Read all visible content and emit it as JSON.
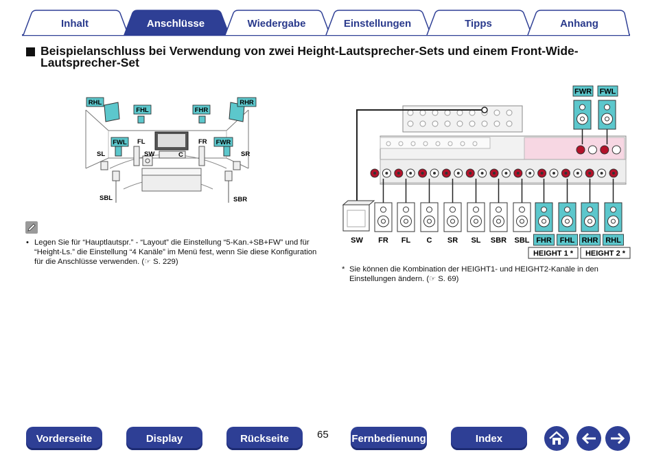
{
  "tabs": [
    {
      "label": "Inhalt",
      "active": false
    },
    {
      "label": "Anschlüsse",
      "active": true
    },
    {
      "label": "Wiedergabe",
      "active": false
    },
    {
      "label": "Einstellungen",
      "active": false
    },
    {
      "label": "Tipps",
      "active": false
    },
    {
      "label": "Anhang",
      "active": false
    }
  ],
  "heading": "Beispielanschluss bei Verwendung von zwei Height-Lautsprecher-Sets und einem Front-Wide-Lautsprecher-Set",
  "room_labels": {
    "rhl": "RHL",
    "rhr": "RHR",
    "fhl": "FHL",
    "fhr": "FHR",
    "fwl": "FWL",
    "fwr": "FWR",
    "fl": "FL",
    "fr": "FR",
    "sl": "SL",
    "sr": "SR",
    "sw": "SW",
    "c": "C",
    "sbl": "SBL",
    "sbr": "SBR"
  },
  "wiring": {
    "top_labels": [
      "FWR",
      "FWL"
    ],
    "speakers": [
      {
        "label": "SW",
        "highlight": false
      },
      {
        "label": "FR",
        "highlight": false
      },
      {
        "label": "FL",
        "highlight": false
      },
      {
        "label": "C",
        "highlight": false
      },
      {
        "label": "SR",
        "highlight": false
      },
      {
        "label": "SL",
        "highlight": false
      },
      {
        "label": "SBR",
        "highlight": false
      },
      {
        "label": "SBL",
        "highlight": false
      },
      {
        "label": "FHR",
        "highlight": true
      },
      {
        "label": "FHL",
        "highlight": true
      },
      {
        "label": "RHR",
        "highlight": true
      },
      {
        "label": "RHL",
        "highlight": true
      }
    ],
    "groups": [
      "HEIGHT 1",
      "HEIGHT 2"
    ],
    "group_mark": "*"
  },
  "note": {
    "bullet": "•",
    "text": "Legen Sie für “Hauptlautspr.” - “Layout” die Einstellung “5-Kan.+SB+FW” und für “Height-Ls.” die Einstellung “4 Kanäle” im Menü fest, wenn Sie diese Konfiguration für die Anschlüsse verwenden.",
    "ref": "S. 229"
  },
  "footnote": {
    "mark": "*",
    "text": "Sie können die Kombination der HEIGHT1- und HEIGHT2-Kanäle in den Einstellungen ändern.",
    "ref": "S. 69"
  },
  "page_number": "65",
  "nav": {
    "front": "Vorderseite",
    "display": "Display",
    "back": "Rückseite",
    "remote": "Fernbedienung",
    "index": "Index"
  },
  "colors": {
    "tab_active": "#2e3f95",
    "tab_border": "#2e3f95",
    "speaker_highlight": "#5cc7cc",
    "terminal_red": "#b3122a",
    "nav_button": "#2e3f95"
  }
}
